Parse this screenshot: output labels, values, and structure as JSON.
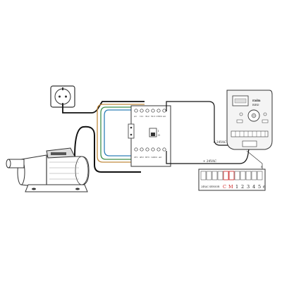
{
  "contactor": {
    "top_terminals": [
      "A1",
      "1L1",
      "3L2",
      "5L3",
      "13NO",
      "A2"
    ],
    "bottom_terminals": [
      "2T1",
      "4T2",
      "6T3",
      "14NO",
      "A2"
    ],
    "switch_labels": [
      "I",
      "O"
    ]
  },
  "wires": {
    "label_upper": "+ 24VAC",
    "label_lower": "+ 24VAC"
  },
  "controller": {
    "brand": "rain",
    "model": "BIRD"
  },
  "terminal_strip": {
    "left_label": "24VAC SENSOR",
    "terminals": [
      "C",
      "M",
      "1",
      "2",
      "3",
      "4",
      "5",
      "6"
    ],
    "corner_mark": "8"
  },
  "colors": {
    "wire_black": "#111111",
    "wire_blue": "#2e7fb8",
    "wire_brown": "#c08a3e",
    "wire_green": "#3f8f4a",
    "terminal_red": "#cc2222",
    "outline": "#333333"
  }
}
